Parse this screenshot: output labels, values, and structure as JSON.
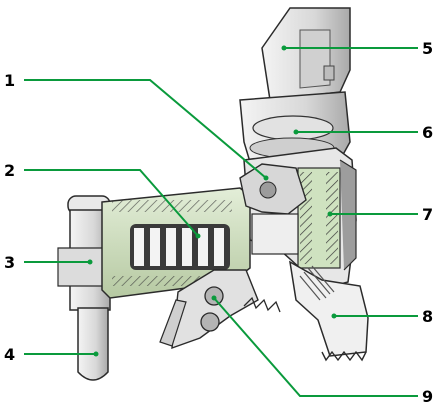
{
  "colors": {
    "accent": "#0a9a3c",
    "label_text": "#000000",
    "body_light": "#ececec",
    "body_mid": "#c9c9c9",
    "body_dark": "#6e6e6e",
    "outline": "#2b2b2b"
  },
  "callouts": [
    {
      "id": "1",
      "label": "1"
    },
    {
      "id": "2",
      "label": "2"
    },
    {
      "id": "3",
      "label": "3"
    },
    {
      "id": "4",
      "label": "4"
    },
    {
      "id": "5",
      "label": "5"
    },
    {
      "id": "6",
      "label": "6"
    },
    {
      "id": "7",
      "label": "7"
    },
    {
      "id": "8",
      "label": "8"
    },
    {
      "id": "9",
      "label": "9"
    }
  ]
}
